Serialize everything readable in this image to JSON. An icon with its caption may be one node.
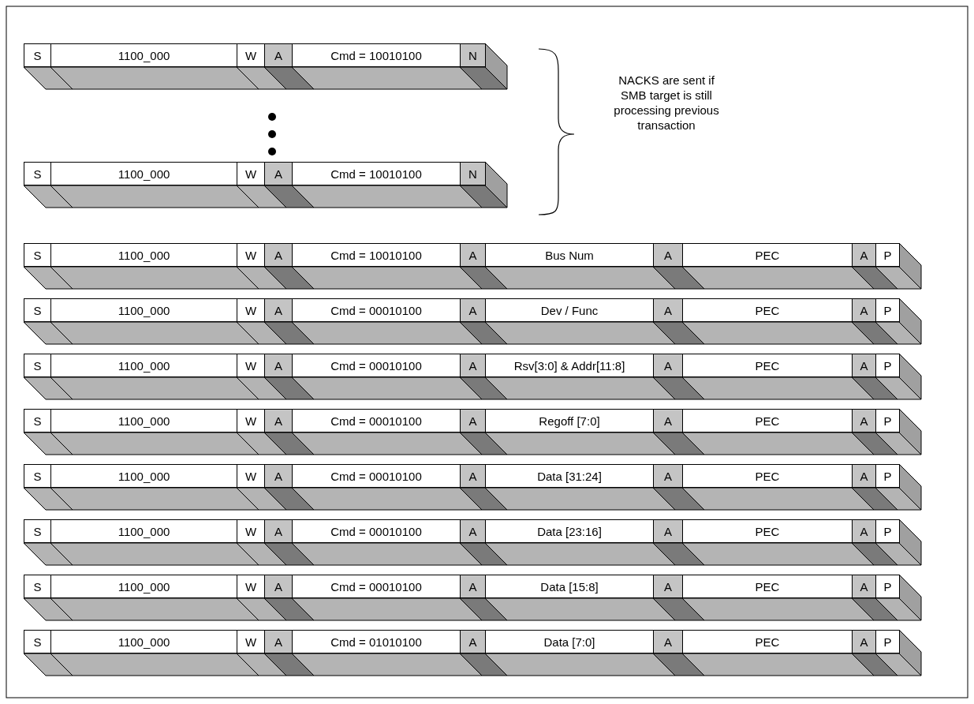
{
  "diagram": {
    "labels": [
      "S",
      "1100_000",
      "W",
      "A",
      "Cmd = 10010100",
      "N",
      "S",
      "1100_000",
      "W",
      "A",
      "Cmd = 10010100",
      "N",
      "NACKS are sent if  SMB target is still processing previous transaction",
      "S",
      "1100_000",
      "W",
      "A",
      "Cmd = 10010100",
      "A",
      "Bus Num",
      "A",
      "PEC",
      "A",
      "P",
      "S",
      "1100_000",
      "W",
      "A",
      "Cmd = 00010100",
      "A",
      "Dev / Func",
      "A",
      "PEC",
      "A",
      "P",
      "S",
      "1100_000",
      "W",
      "A",
      "Cmd = 00010100",
      "A",
      "Rsv[3:0] & Addr[11:8]",
      "A",
      "PEC",
      "A",
      "P",
      "S",
      "1100_000",
      "W",
      "A",
      "Cmd = 00010100",
      "A",
      "Regoff [7:0]",
      "A",
      "PEC",
      "A",
      "P",
      "S",
      "1100_000",
      "W",
      "A",
      "Cmd = 00010100",
      "A",
      "Data [31:24]",
      "A",
      "PEC",
      "A",
      "P",
      "S",
      "1100_000",
      "W",
      "A",
      "Cmd = 00010100",
      "A",
      "Data [23:16]",
      "A",
      "PEC",
      "A",
      "P",
      "S",
      "1100_000",
      "W",
      "A",
      "Cmd = 00010100",
      "A",
      "Data [15:8]",
      "A",
      "PEC",
      "A",
      "P",
      "S",
      "1100_000",
      "W",
      "A",
      "Cmd = 01010100",
      "A",
      "Data [7:0]",
      "A",
      "PEC",
      "A",
      "P"
    ]
  }
}
